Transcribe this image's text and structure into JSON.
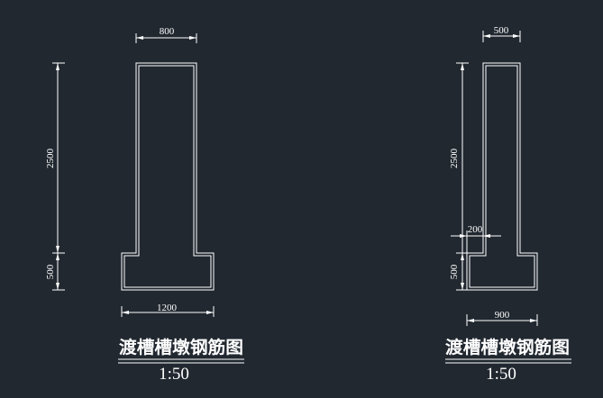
{
  "drawing": {
    "background": "#212830",
    "line_color": "#ffffff"
  },
  "left_view": {
    "dim_top": "800",
    "dim_height": "2500",
    "dim_base_height": "500",
    "dim_bottom": "1200",
    "title": "渡槽槽墩钢筋图",
    "scale": "1:50"
  },
  "right_view": {
    "dim_top": "500",
    "dim_height": "2500",
    "dim_step": "200",
    "dim_base_height": "500",
    "dim_bottom": "900",
    "title": "渡槽槽墩钢筋图",
    "scale": "1:50"
  }
}
